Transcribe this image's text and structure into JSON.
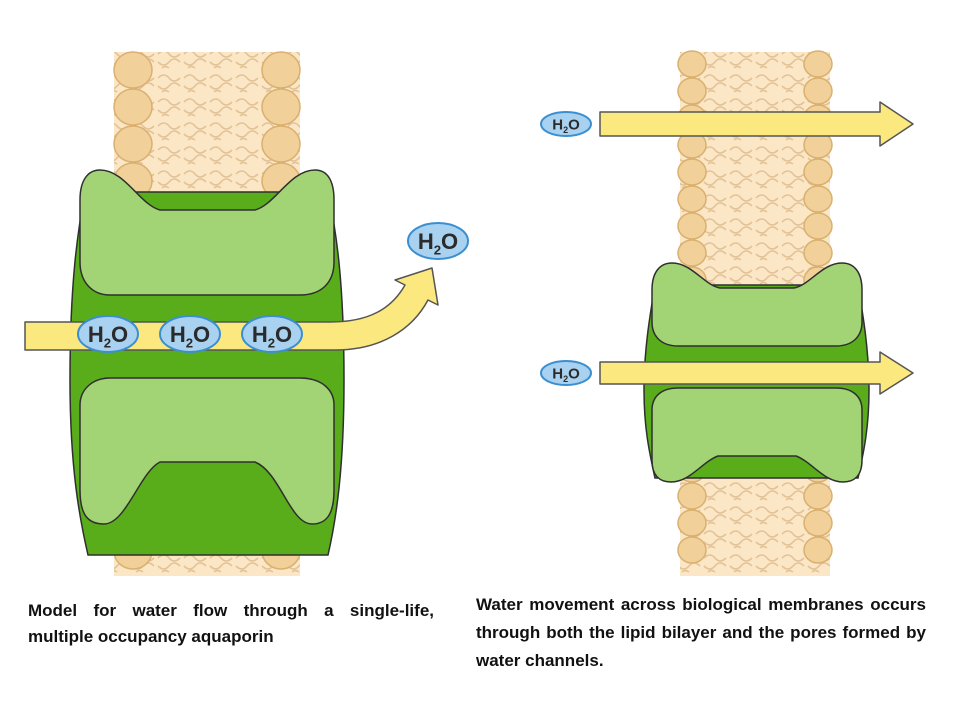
{
  "molecule_label": "H",
  "molecule_subscript": "2",
  "molecule_suffix": "O",
  "captions": {
    "left": "Model for water flow through a single-life, multiple occupancy aquaporin",
    "right": "Water movement across biological membranes occurs through both the lipid bilayer and the pores formed by water channels."
  },
  "colors": {
    "lipid_head": "#f2d09a",
    "lipid_head_stroke": "#d9b070",
    "lipid_tail": "#fbe6c6",
    "lipid_tail_line": "#e2c296",
    "channel_dark": "#5aad1a",
    "channel_light": "#a2d476",
    "arrow_fill": "#fbe87f",
    "arrow_stroke": "#555555",
    "molecule_fill": "#a9d2f0",
    "molecule_stroke": "#3b8fd1"
  }
}
